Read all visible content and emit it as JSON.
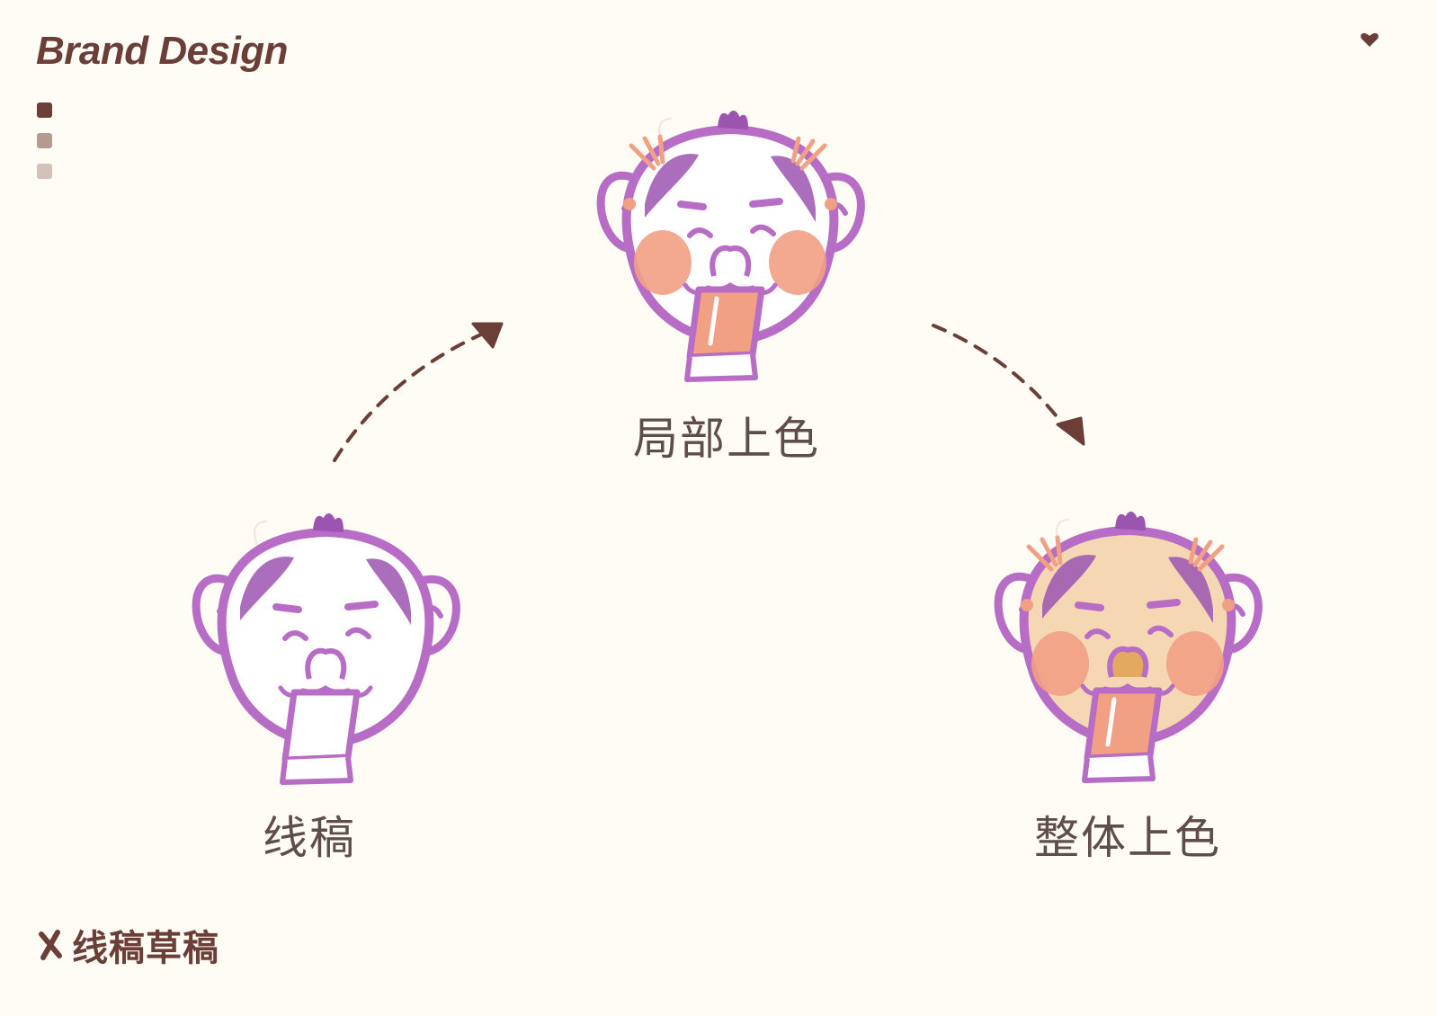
{
  "header": {
    "title": "Brand Design"
  },
  "legend_dots": [
    {
      "color": "#6B3E37"
    },
    {
      "color": "#B59A90"
    },
    {
      "color": "#D3C2BA"
    }
  ],
  "stages": [
    {
      "label": "线稿",
      "style": "line-art"
    },
    {
      "label": "局部上色",
      "style": "partial-color"
    },
    {
      "label": "整体上色",
      "style": "full-color"
    }
  ],
  "footer": {
    "icon": "x-icon",
    "text": "线稿草稿"
  },
  "colors": {
    "brown": "#6B3E37",
    "purple": "#B76CC6",
    "purple_dark": "#9B55B1",
    "cheek": "#F2A083",
    "skin": "#F5D7B4",
    "background": "#FEFCF5"
  }
}
